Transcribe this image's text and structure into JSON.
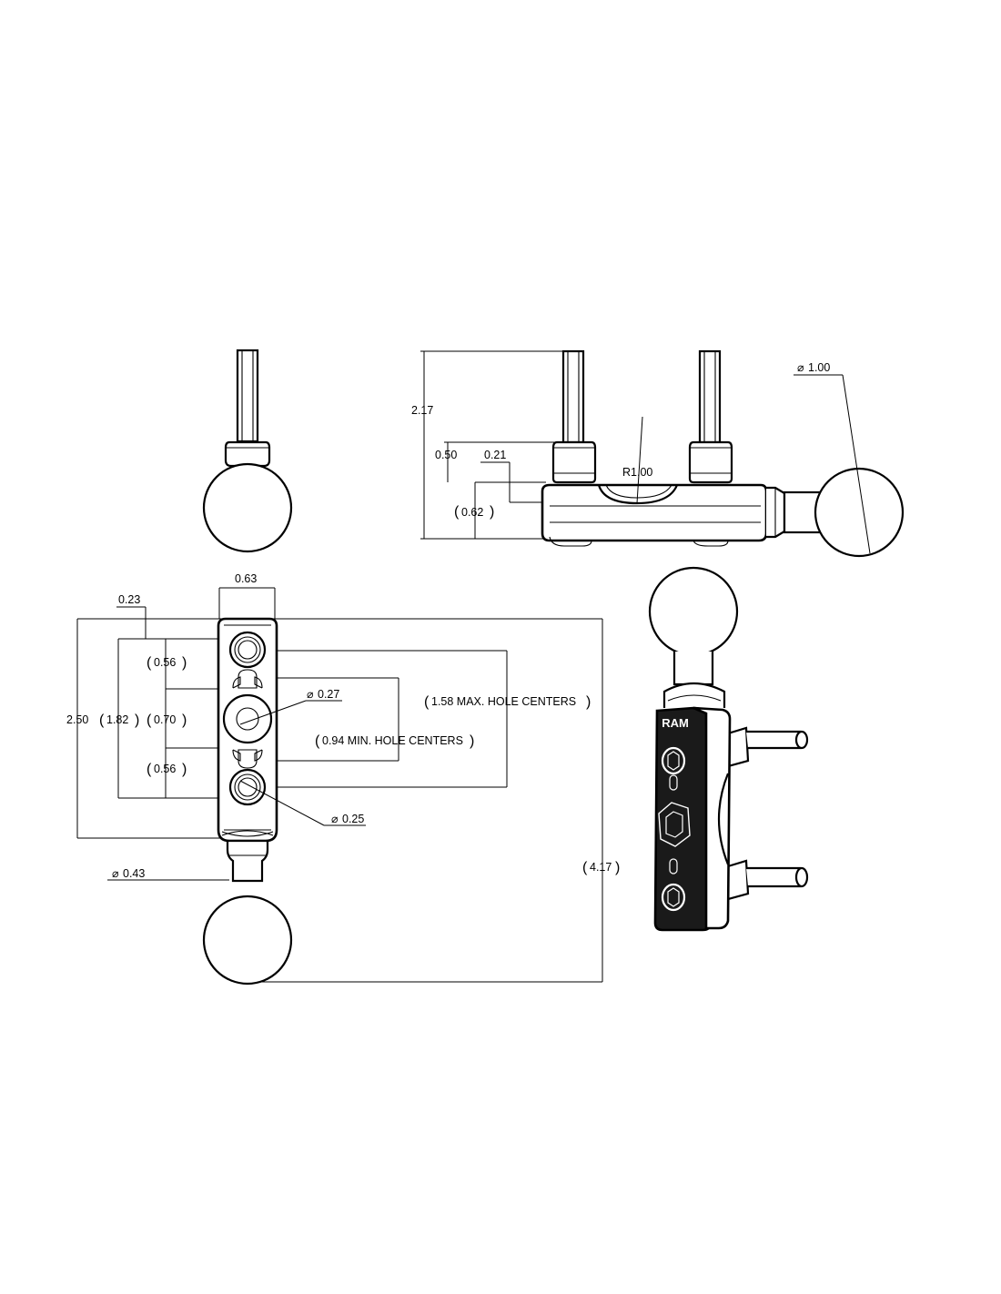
{
  "dimensions": {
    "d217": "2.17",
    "d050": "0.50",
    "d021": "0.21",
    "r100": "R1.00",
    "d062": "0.62",
    "dia100": "1.00",
    "d063": "0.63",
    "d023": "0.23",
    "d056a": "0.56",
    "d070": "0.70",
    "d056b": "0.56",
    "d250": "2.50",
    "d182": "1.82",
    "dia027": "0.27",
    "dia025": "0.25",
    "dia043": "0.43",
    "maxhole": "1.58 MAX. HOLE CENTERS",
    "minhole": "0.94 MIN. HOLE CENTERS",
    "d417": "4.17"
  },
  "symbols": {
    "diameter": "⌀"
  },
  "logo": {
    "text": "RAM"
  }
}
